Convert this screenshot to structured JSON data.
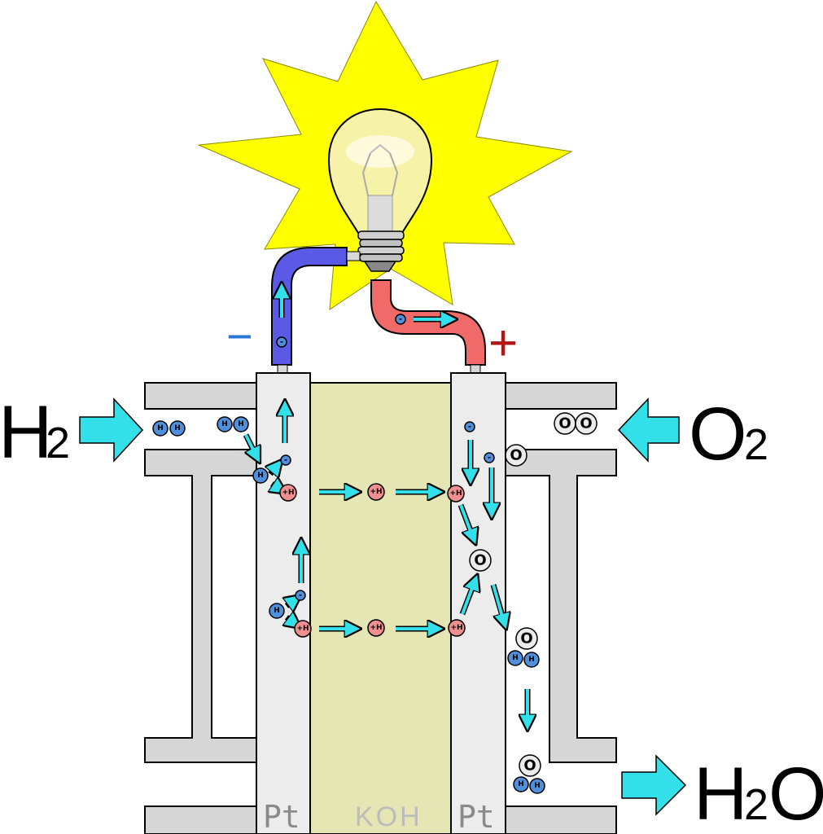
{
  "labels": {
    "h2_symbol": "H",
    "h2_sub": "2",
    "o2_symbol": "O",
    "o2_sub": "2",
    "h2o_h": "H",
    "h2o_sub": "2",
    "h2o_o": "O",
    "anode_label": "Pt",
    "cathode_label": "Pt",
    "electrolyte_label": "KOH",
    "minus_sign": "−",
    "plus_sign": "+"
  },
  "atoms": {
    "hydrogen": "H",
    "proton": "+H",
    "oxygen": "O",
    "electron": "-"
  },
  "colors": {
    "arrow": "#33e0ea",
    "electrolyte": "#e6e6b4",
    "electrode": "#ececec",
    "housing": "#d6d6d6",
    "negative_wire": "#5a5ae6",
    "positive_wire": "#f06a6a",
    "hydrogen_atom": "#4f8fdc",
    "proton": "#f08f8f",
    "oxygen_atom": "#ececec",
    "burst": "#ffff00",
    "minus_sign": "#2a78d6",
    "plus_sign": "#b01818"
  }
}
